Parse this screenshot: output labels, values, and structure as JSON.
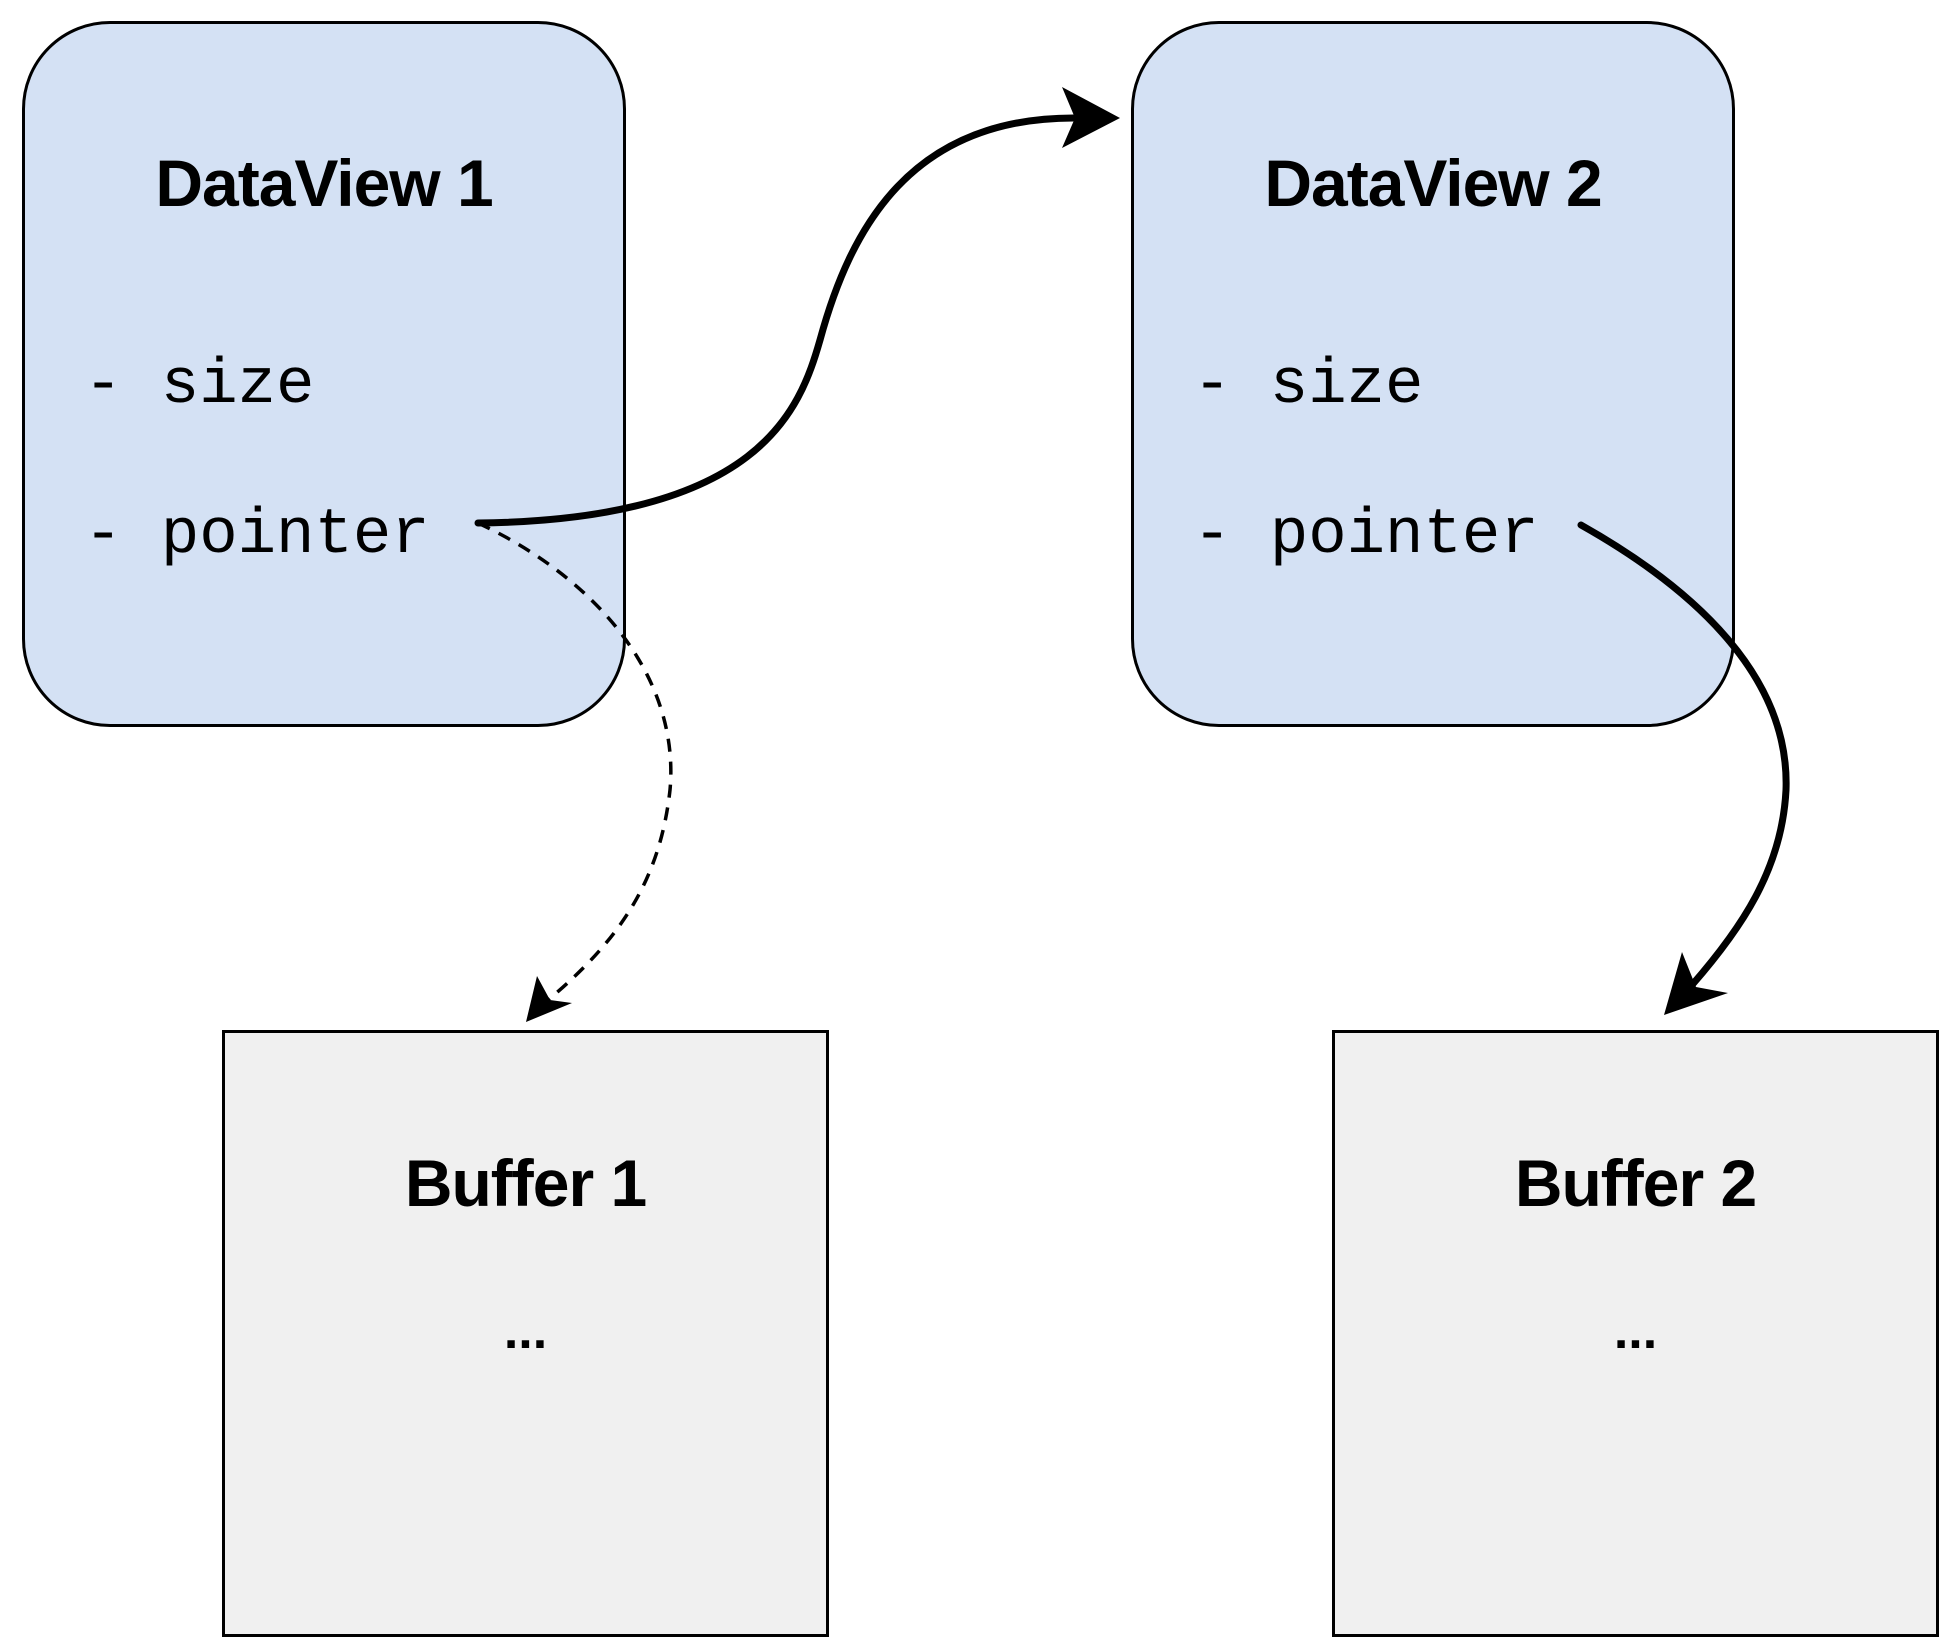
{
  "nodes": {
    "dataview1": {
      "title": "DataView 1",
      "fields": [
        "- size",
        "- pointer"
      ]
    },
    "dataview2": {
      "title": "DataView 2",
      "fields": [
        "- size",
        "- pointer"
      ]
    },
    "buffer1": {
      "title": "Buffer 1",
      "content": "..."
    },
    "buffer2": {
      "title": "Buffer 2",
      "content": "..."
    }
  },
  "edges": [
    {
      "from": "dataview1.pointer",
      "to": "dataview2",
      "style": "solid"
    },
    {
      "from": "dataview1.pointer",
      "to": "buffer1",
      "style": "dashed"
    },
    {
      "from": "dataview2.pointer",
      "to": "buffer2",
      "style": "solid"
    }
  ],
  "colors": {
    "dataview_fill": "#d4e1f4",
    "buffer_fill": "#f0f0f0",
    "stroke": "#000000"
  }
}
